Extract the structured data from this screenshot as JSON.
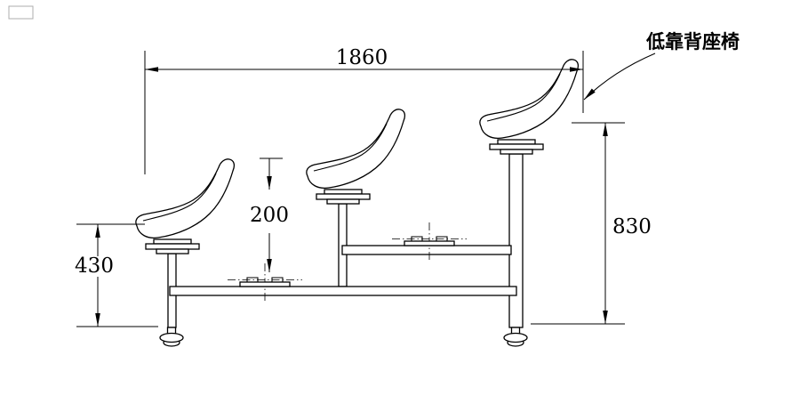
{
  "drawing": {
    "callout_label": "低靠背座椅",
    "dims": {
      "overall_width": "1860",
      "overall_height": "830",
      "seat_height": "430",
      "seat_step": "200"
    }
  }
}
